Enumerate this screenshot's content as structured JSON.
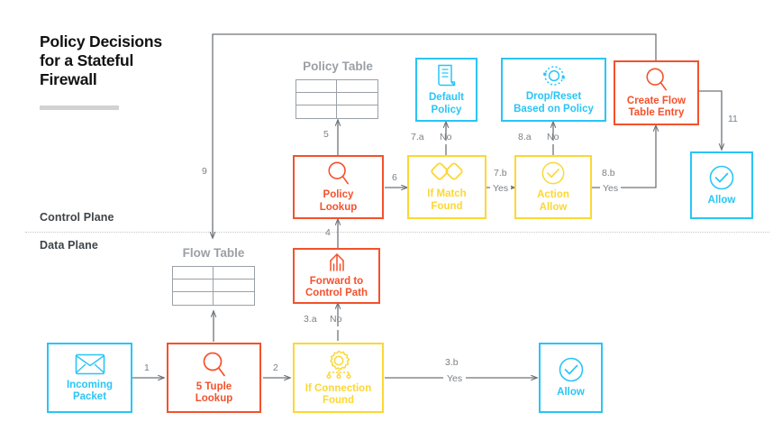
{
  "title": "Policy Decisions\nfor a Stateful\nFirewall",
  "colors": {
    "cyan": "#29c5f6",
    "red": "#f4512c",
    "yellow": "#fcd734",
    "gray_text": "#7b8085",
    "table_gray": "#9aa0a6"
  },
  "planes": {
    "control": "Control Plane",
    "data": "Data Plane"
  },
  "tables": [
    {
      "name": "policy-table",
      "title": "Policy Table",
      "rows": 3,
      "cols": 2
    },
    {
      "name": "flow-table",
      "title": "Flow Table",
      "rows": 3,
      "cols": 2
    }
  ],
  "nodes": [
    {
      "name": "incoming-packet",
      "label": "Incoming\nPacket",
      "color": "cyan",
      "icon": "envelope-icon"
    },
    {
      "name": "five-tuple-lookup",
      "label": "5 Tuple\nLookup",
      "color": "red",
      "icon": "magnifier-icon"
    },
    {
      "name": "if-connection-found",
      "label": "If Connection\nFound",
      "color": "yellow",
      "icon": "gear-connection-icon"
    },
    {
      "name": "allow-data",
      "label": "Allow",
      "color": "cyan",
      "icon": "check-circle-icon"
    },
    {
      "name": "forward-to-control-path",
      "label": "Forward to\nControl Path",
      "color": "red",
      "icon": "forward-arrow-icon"
    },
    {
      "name": "policy-lookup",
      "label": "Policy\nLookup",
      "color": "red",
      "icon": "magnifier-icon"
    },
    {
      "name": "if-match-found",
      "label": "If Match\nFound",
      "color": "yellow",
      "icon": "diamonds-icon"
    },
    {
      "name": "default-policy",
      "label": "Default\nPolicy",
      "color": "cyan",
      "icon": "document-icon"
    },
    {
      "name": "action-allow",
      "label": "Action\nAllow",
      "color": "yellow",
      "icon": "check-circle-icon"
    },
    {
      "name": "drop-reset",
      "label": "Drop/Reset\nBased on Policy",
      "color": "cyan",
      "icon": "reset-icon"
    },
    {
      "name": "create-flow-table-entry",
      "label": "Create Flow\nTable Entry",
      "color": "red",
      "icon": "magnifier-icon"
    },
    {
      "name": "allow-control",
      "label": "Allow",
      "color": "cyan",
      "icon": "check-circle-icon"
    }
  ],
  "edges": [
    {
      "name": "edge-1",
      "label": "1"
    },
    {
      "name": "edge-2",
      "label": "2"
    },
    {
      "name": "edge-3a",
      "label": "3.a"
    },
    {
      "name": "edge-3a-no",
      "label": "No"
    },
    {
      "name": "edge-3b",
      "label": "3.b"
    },
    {
      "name": "edge-3b-yes",
      "label": "Yes"
    },
    {
      "name": "edge-4",
      "label": "4"
    },
    {
      "name": "edge-5",
      "label": "5"
    },
    {
      "name": "edge-6",
      "label": "6"
    },
    {
      "name": "edge-7a",
      "label": "7.a"
    },
    {
      "name": "edge-7a-no",
      "label": "No"
    },
    {
      "name": "edge-7b",
      "label": "7.b"
    },
    {
      "name": "edge-7b-yes",
      "label": "Yes"
    },
    {
      "name": "edge-8a",
      "label": "8.a"
    },
    {
      "name": "edge-8a-no",
      "label": "No"
    },
    {
      "name": "edge-8b",
      "label": "8.b"
    },
    {
      "name": "edge-8b-yes",
      "label": "Yes"
    },
    {
      "name": "edge-9",
      "label": "9"
    },
    {
      "name": "edge-11",
      "label": "11"
    }
  ]
}
